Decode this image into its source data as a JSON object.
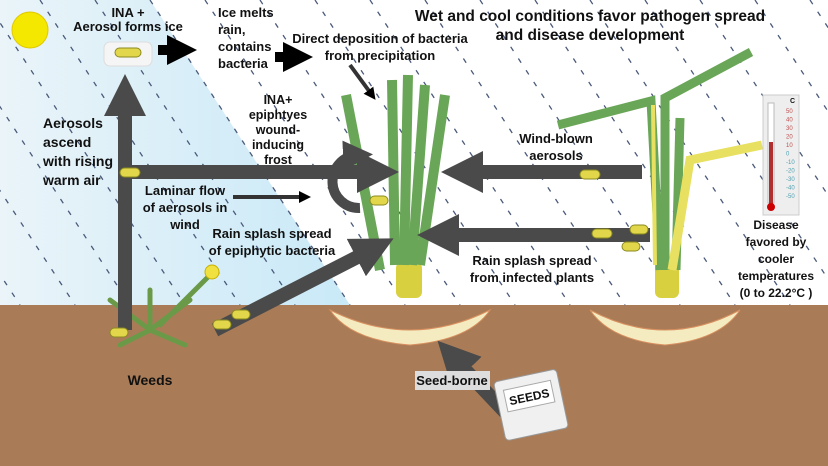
{
  "labels": {
    "ina_aerosol": [
      "INA +",
      "Aerosol forms ice"
    ],
    "ice_melts": [
      "Ice melts",
      "rain,",
      "contains",
      "bacteria"
    ],
    "direct_deposition": [
      "Direct deposition  of bacteria",
      "from precipitation"
    ],
    "title": [
      "Wet and cool conditions favor pathogen spread",
      "and disease development"
    ],
    "aerosols_ascend": [
      "Aerosols",
      "ascend",
      "with rising",
      "warm air"
    ],
    "ina_epiphytes": [
      "INA+",
      "epiphtyes",
      "wound-",
      "inducing",
      "frost"
    ],
    "laminar_flow": [
      "Laminar flow",
      "of aerosols in",
      "wind"
    ],
    "rain_splash_epiphytic": [
      "Rain splash spread",
      "of epiphytic bacteria"
    ],
    "wind_blown": [
      "Wind-blown",
      "aerosols"
    ],
    "rain_splash_infected": [
      "Rain splash spread",
      "from infected plants"
    ],
    "disease_favored": [
      "Disease",
      "favored by",
      "cooler",
      "temperatures",
      "(0 to 22.2°C )"
    ],
    "weeds": "Weeds",
    "seed_borne": "Seed-borne",
    "seeds_packet": "SEEDS"
  },
  "thermometer": {
    "unit": "C",
    "scale": [
      "50",
      "40",
      "30",
      "20",
      "10",
      "0",
      "-10",
      "-20",
      "-30",
      "-40",
      "-50"
    ],
    "level_celsius": 12
  },
  "colors": {
    "sky": "#d6eef8",
    "soil": "#a97c57",
    "arrow": "#4a4a4a",
    "leaf": "#6aa657",
    "sun": "#f5e800",
    "bulb": "#f4ecc0"
  }
}
